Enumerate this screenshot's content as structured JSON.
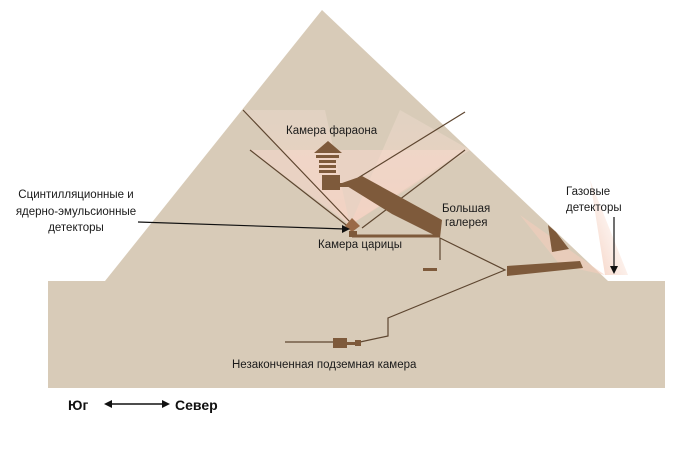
{
  "labels": {
    "king_chamber": "Камера фараона",
    "detectors_line1": "Сцинтилляционные и",
    "detectors_line2": "ядерно-эмульсионные",
    "detectors_line3": "детекторы",
    "gallery_line1": "Большая",
    "gallery_line2": "галерея",
    "gas_line1": "Газовые",
    "gas_line2": "детекторы",
    "queen_chamber": "Камера царицы",
    "subterranean": "Незаконченная подземная камера"
  },
  "compass": {
    "south": "Юг",
    "north": "Север"
  },
  "colors": {
    "pyramid": "#d8cbb8",
    "passage": "#7e5a3b",
    "lines": "#5e4630",
    "glow": "#f6d4c6"
  }
}
